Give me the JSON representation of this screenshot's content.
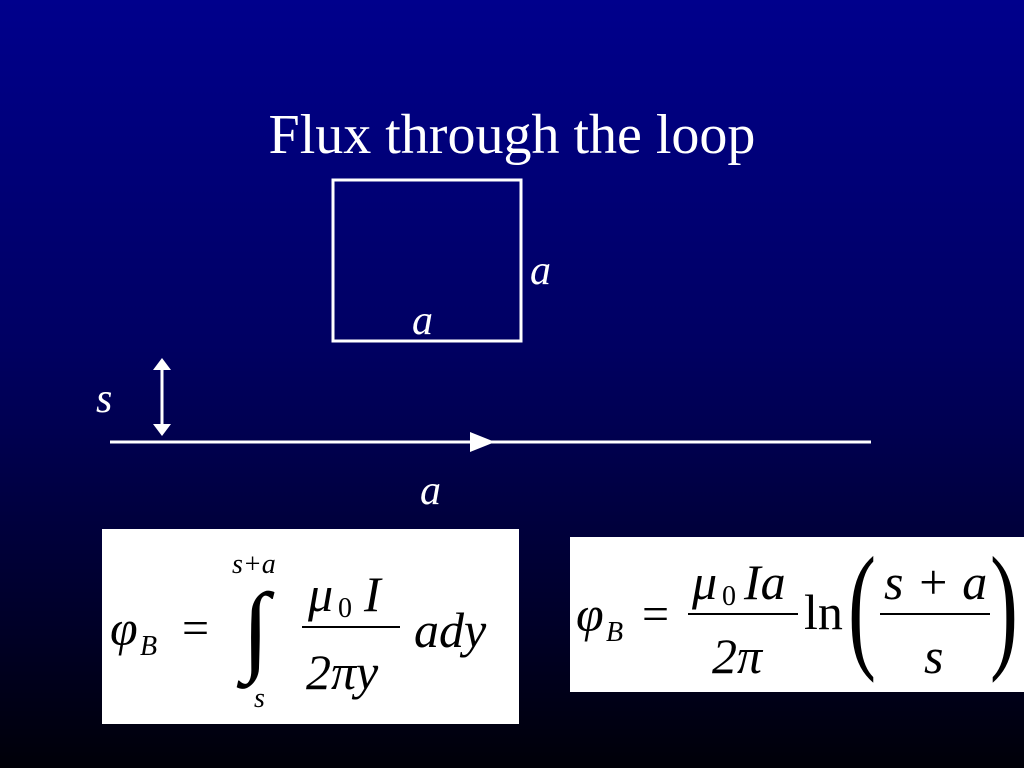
{
  "slide": {
    "title": "Flux through the loop",
    "background_top": "#00008c",
    "background_bottom": "#000008",
    "line_color": "#ffffff"
  },
  "diagram": {
    "loop_side_label": "a",
    "loop_bottom_label": "a",
    "distance_label": "s",
    "wire_label": "a"
  },
  "equation1": {
    "lhs": "φ",
    "lhs_sub": "B",
    "equals": "=",
    "integral": "∫",
    "upper_limit": "s+a",
    "lower_limit": "s",
    "num_mu": "μ",
    "num_mu_sub": "0",
    "num_I": "I",
    "denominator": "2πy",
    "integrand_tail": "ady"
  },
  "equation2": {
    "lhs": "φ",
    "lhs_sub": "B",
    "equals": "=",
    "num_mu": "μ",
    "num_mu_sub": "0",
    "num_Ia": "Ia",
    "denominator": "2π",
    "ln": "ln",
    "paren_left": "(",
    "paren_right": ")",
    "inner_numerator": "s + a",
    "inner_denominator": "s"
  }
}
